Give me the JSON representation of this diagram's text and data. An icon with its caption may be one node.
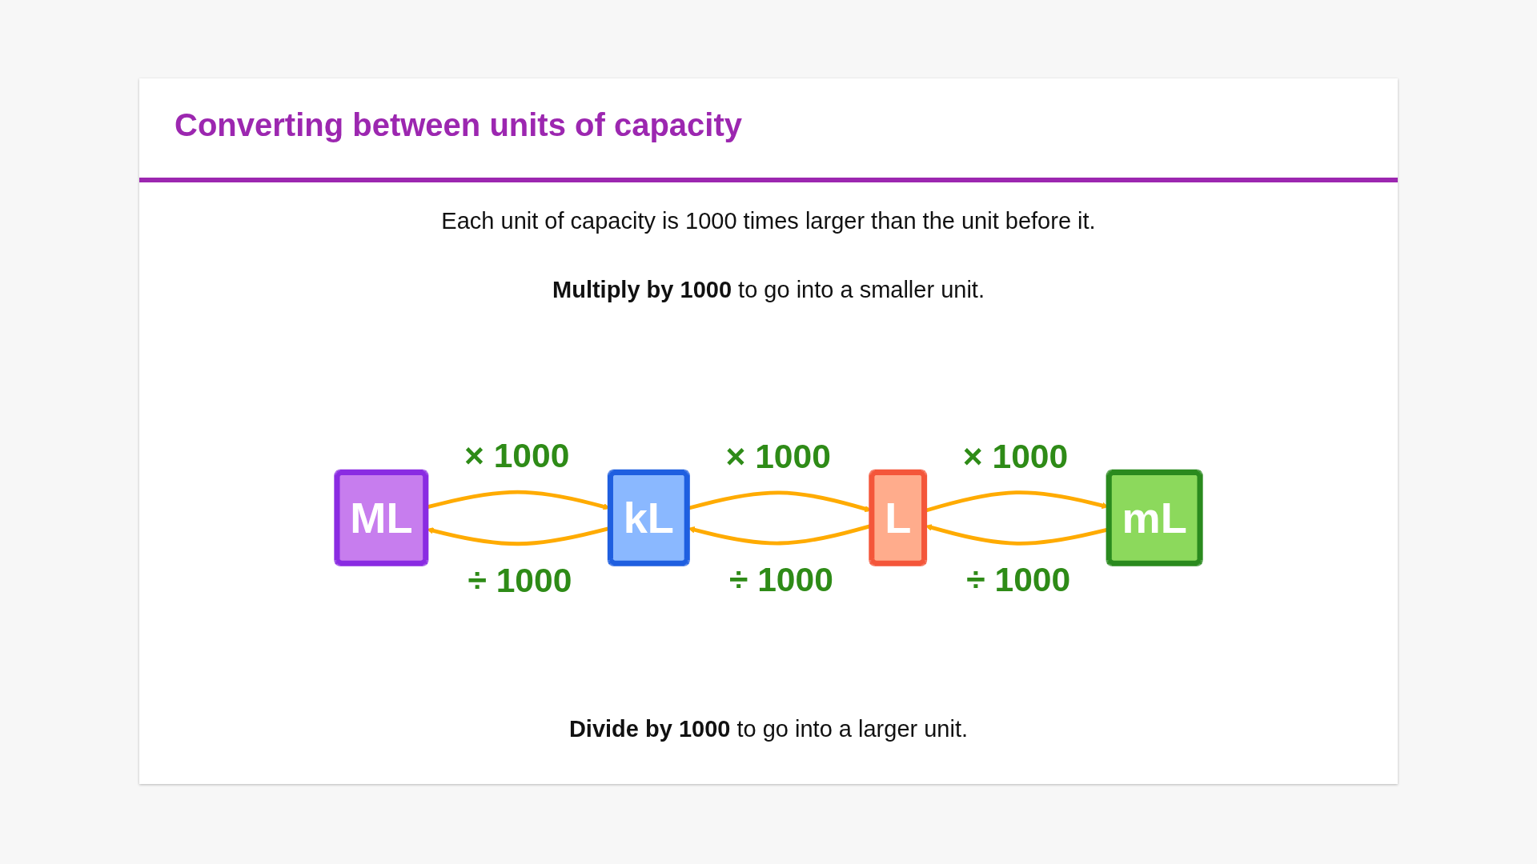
{
  "diagram": {
    "title": "Converting between units of capacity",
    "nodes": [
      {
        "text": [
          "ML"
        ]
      },
      {
        "text": [
          "kL"
        ]
      },
      {
        "text": [
          "L"
        ]
      },
      {
        "text": [
          "mL"
        ]
      }
    ],
    "edges": [
      {
        "from": 0,
        "to": 1,
        "arrow": "to",
        "label": "× 1000"
      },
      {
        "from": 1,
        "to": 2,
        "arrow": "to",
        "label": "× 1000"
      },
      {
        "from": 2,
        "to": 3,
        "arrow": "to",
        "label": "× 1000"
      },
      {
        "from": 1,
        "to": 0,
        "arrow": "to",
        "label": "÷ 1000"
      },
      {
        "from": 2,
        "to": 1,
        "arrow": "to",
        "label": "÷ 1000"
      },
      {
        "from": 3,
        "to": 2,
        "arrow": "to",
        "label": "÷ 1000"
      }
    ],
    "labels": [
      "Each unit of capacity is 1000 times larger than the unit before it.",
      "**Multiply by 1000** to go into a smaller unit.",
      "**Divide by 1000** to go into a larger unit."
    ]
  }
}
